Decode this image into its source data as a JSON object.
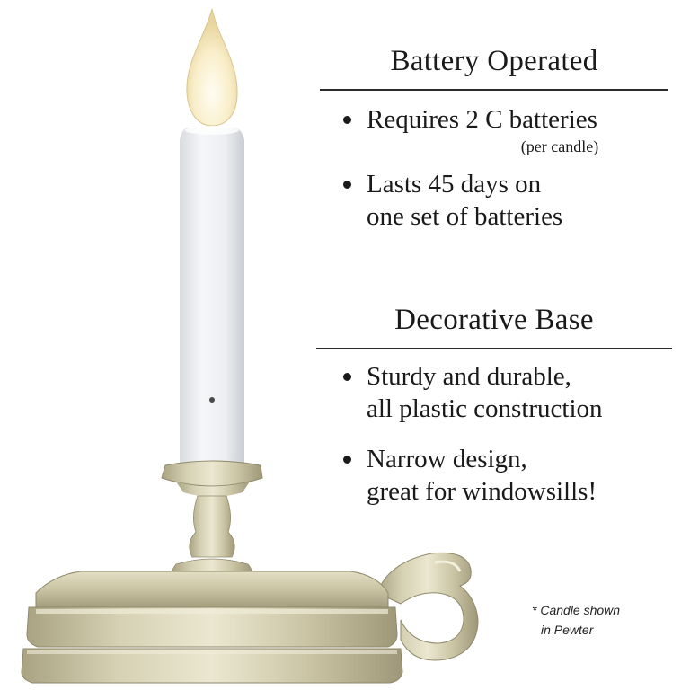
{
  "battery_section": {
    "heading": "Battery Operated",
    "bullets": [
      {
        "lines": [
          "Requires 2 C batteries"
        ],
        "note": "(per candle)"
      },
      {
        "lines": [
          "Lasts 45 days on",
          "one set of  batteries"
        ]
      }
    ]
  },
  "base_section": {
    "heading": "Decorative Base",
    "bullets": [
      {
        "lines": [
          "Sturdy and durable,",
          "all plastic construction"
        ]
      },
      {
        "lines": [
          "Narrow design,",
          "great for windowsills!"
        ]
      }
    ]
  },
  "footnote": {
    "line1": "* Candle shown",
    "line2": "in Pewter"
  },
  "colors": {
    "background": "#ffffff",
    "text": "#1a1a1a",
    "candle": "#f1f2f4",
    "pewter": "#c9c3a3",
    "flame": "#f7e9bf"
  }
}
